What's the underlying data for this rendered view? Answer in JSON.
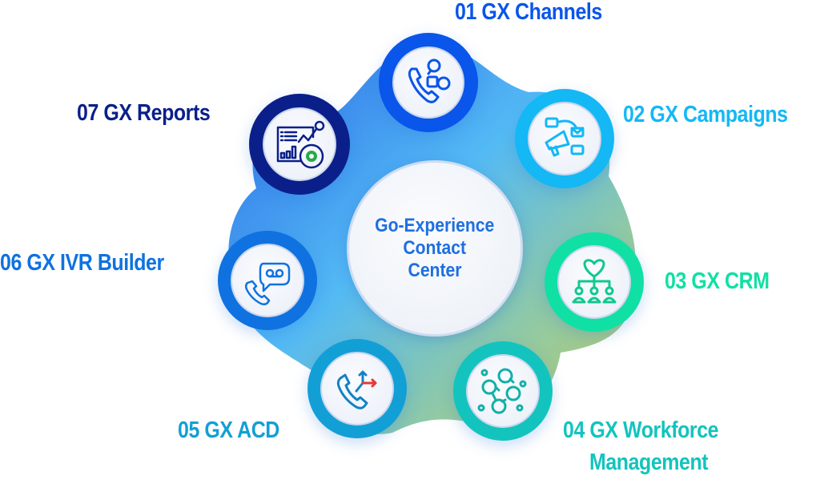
{
  "center": {
    "line1": "Go-Experience",
    "line2": "Contact",
    "line3": "Center",
    "text_color": "#1e6fe0"
  },
  "nodes": [
    {
      "number": "01",
      "label": "01 GX Channels",
      "icon": "phone-social-channels-icon",
      "color": "#0a55ea"
    },
    {
      "number": "02",
      "label": "02 GX Campaigns",
      "icon": "megaphone-campaign-icon",
      "color": "#13b8f5"
    },
    {
      "number": "03",
      "label": "03 GX CRM",
      "icon": "handshake-team-icon",
      "color": "#10e0a4"
    },
    {
      "number": "04",
      "label_line1": "04 GX Workforce",
      "label_line2": "Management",
      "icon": "workforce-network-icon",
      "color": "#12c4bd"
    },
    {
      "number": "05",
      "label": "05 GX ACD",
      "icon": "call-routing-icon",
      "color": "#129fd6"
    },
    {
      "number": "06",
      "label": "06 GX IVR Builder",
      "icon": "phone-voicemail-icon",
      "color": "#0f72e0"
    },
    {
      "number": "07",
      "label": "07 GX Reports",
      "icon": "analytics-dashboard-icon",
      "color": "#0b1f8a"
    }
  ],
  "colors": {
    "blob_top": "#2f6fe8",
    "blob_mid": "#45b8f5",
    "blob_bottom_right": "#a9c46a",
    "accent_red": "#e23a3a",
    "reports_green": "#2aa84a"
  }
}
